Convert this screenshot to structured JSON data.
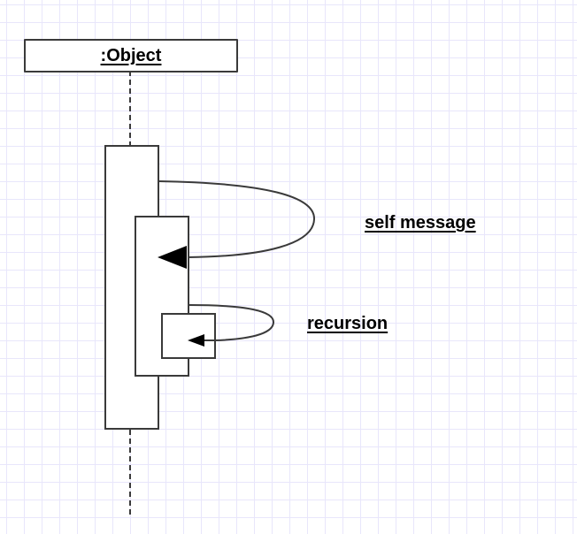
{
  "diagram": {
    "type": "UML sequence diagram",
    "lifeline": {
      "object_label": ":Object"
    },
    "messages": [
      {
        "kind": "self-message",
        "label": "self message"
      },
      {
        "kind": "recursion",
        "label": "recursion"
      }
    ],
    "colors": {
      "line": "#3a3a3a",
      "grid": "#e8e6fb",
      "background": "#ffffff"
    }
  }
}
